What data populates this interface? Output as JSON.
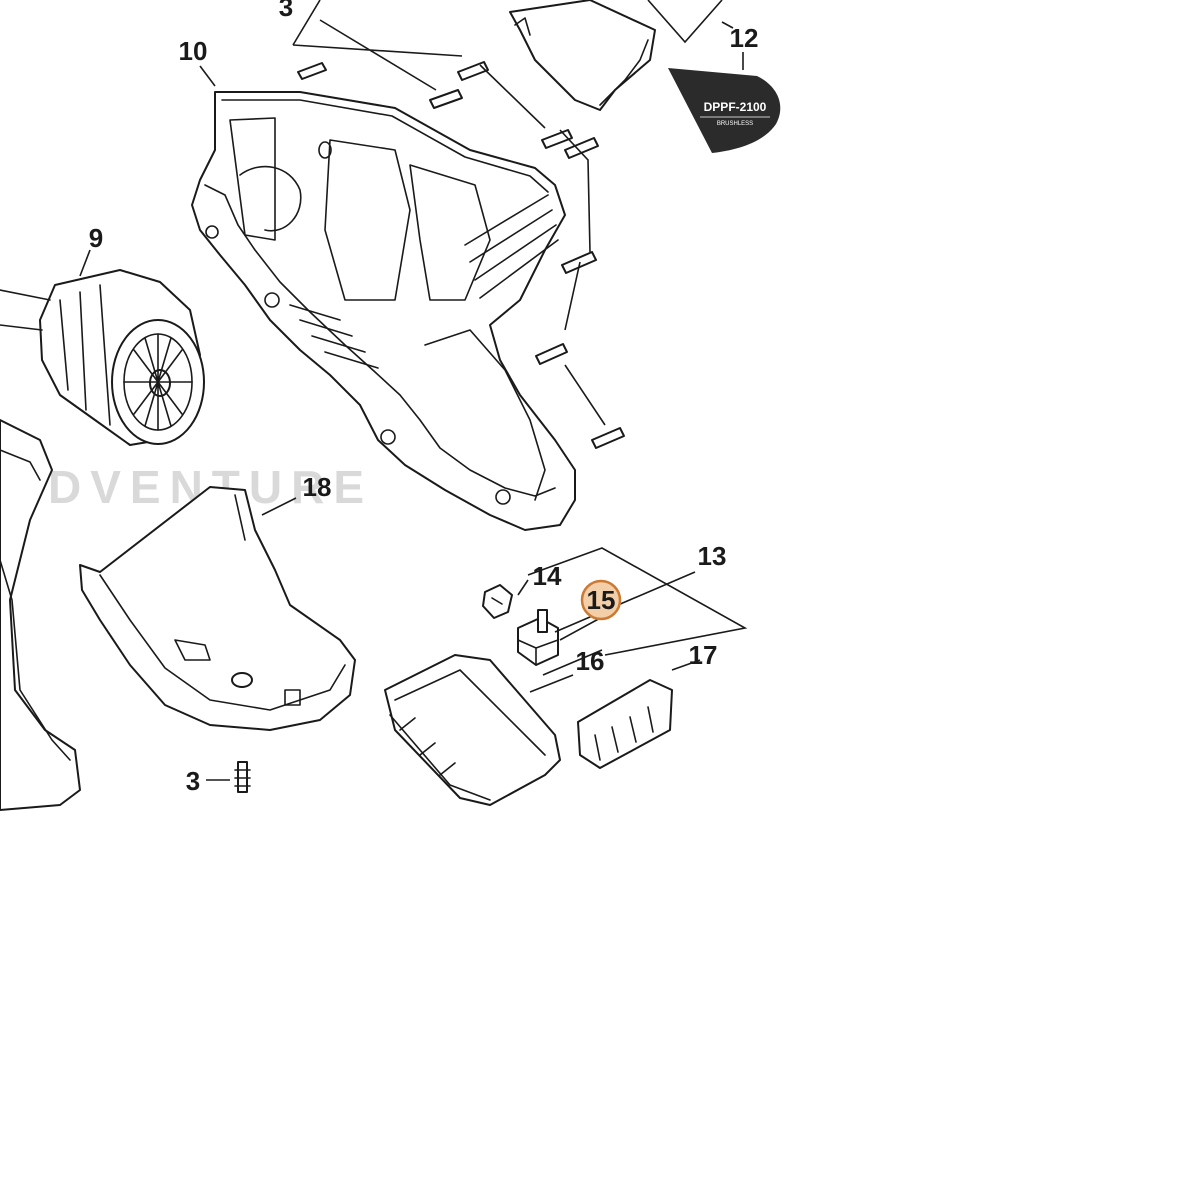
{
  "watermark": "DVENTURE",
  "badge": {
    "model": "DPPF-2100",
    "subtitle": "BRUSHLESS",
    "color": "#2b2b2b"
  },
  "highlight": {
    "number": "15",
    "fill": "#f3cfa9",
    "stroke": "#cc7a33"
  },
  "callouts": [
    "3",
    "10",
    "12",
    "9",
    "18",
    "14",
    "13",
    "16",
    "17",
    "3"
  ],
  "parts": [
    {
      "number": "3",
      "icon": "screw-icon"
    },
    {
      "number": "9",
      "icon": "motor-icon"
    },
    {
      "number": "10",
      "icon": "housing-icon"
    },
    {
      "number": "12",
      "icon": "decal-icon"
    },
    {
      "number": "13",
      "icon": "electrical-group-icon"
    },
    {
      "number": "14",
      "icon": "clip-icon"
    },
    {
      "number": "15",
      "icon": "switch-icon"
    },
    {
      "number": "16",
      "icon": "battery-box-icon"
    },
    {
      "number": "17",
      "icon": "connector-icon"
    },
    {
      "number": "18",
      "icon": "cover-icon"
    }
  ]
}
